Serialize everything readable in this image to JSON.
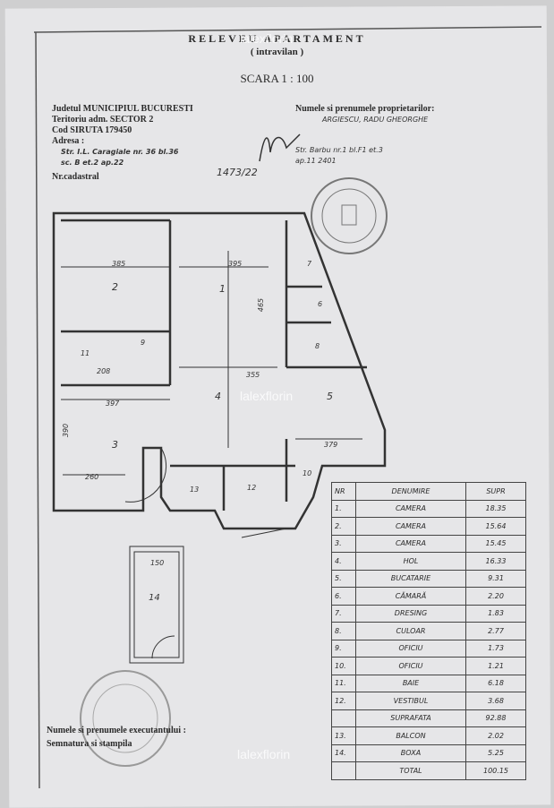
{
  "header": {
    "title": "RELEVEU APARTAMENT",
    "subtitle": "( intravilan )",
    "scale": "SCARA 1 : 100"
  },
  "location": {
    "judet": "Judetul MUNICIPIUL BUCURESTI",
    "teritoriu": "Teritoriu adm. SECTOR 2",
    "siruta": "Cod SIRUTA 179450",
    "adresa_label": "Adresa :",
    "adresa_line1": "Str. I.L. Caragiale nr. 36 bl.36",
    "adresa_line2": "sc. B et.2 ap.22",
    "ref": "1473/22",
    "cadastral_label": "Nr.cadastral"
  },
  "owners": {
    "label": "Numele si prenumele proprietarilor:",
    "names": "ARGIESCU, RADU GHEORGHE",
    "address_line1": "Str. Barbu nr.1 bl.F1 et.3",
    "address_line2": "ap.11 2401"
  },
  "plan": {
    "rooms": [
      "1",
      "2",
      "3",
      "4",
      "5",
      "6",
      "7",
      "8",
      "9",
      "10",
      "11",
      "12",
      "13",
      "14"
    ],
    "dimensions": {
      "d1": "395",
      "d2": "385",
      "d3": "355",
      "d4": "397",
      "d5": "260",
      "d6": "379",
      "d7": "150",
      "d8": "208",
      "d9": "390",
      "d10": "465"
    }
  },
  "legend": {
    "headers": [
      "NR",
      "DENUMIRE",
      "SUPR"
    ],
    "rows": [
      {
        "nr": "1.",
        "name": "CAMERA",
        "area": "18.35"
      },
      {
        "nr": "2.",
        "name": "CAMERA",
        "area": "15.64"
      },
      {
        "nr": "3.",
        "name": "CAMERA",
        "area": "15.45"
      },
      {
        "nr": "4.",
        "name": "HOL",
        "area": "16.33"
      },
      {
        "nr": "5.",
        "name": "BUCATARIE",
        "area": "9.31"
      },
      {
        "nr": "6.",
        "name": "CĂMARĂ",
        "area": "2.20"
      },
      {
        "nr": "7.",
        "name": "DRESING",
        "area": "1.83"
      },
      {
        "nr": "8.",
        "name": "CULOAR",
        "area": "2.77"
      },
      {
        "nr": "9.",
        "name": "OFICIU",
        "area": "1.73"
      },
      {
        "nr": "10.",
        "name": "OFICIU",
        "area": "1.21"
      },
      {
        "nr": "11.",
        "name": "BAIE",
        "area": "6.18"
      },
      {
        "nr": "12.",
        "name": "VESTIBUL",
        "area": "3.68"
      },
      {
        "nr": "",
        "name": "SUPRAFATA",
        "area": "92.88"
      },
      {
        "nr": "13.",
        "name": "BALCON",
        "area": "2.02"
      },
      {
        "nr": "14.",
        "name": "BOXA",
        "area": "5.25"
      },
      {
        "nr": "",
        "name": "TOTAL",
        "area": "100.15"
      }
    ]
  },
  "footer": {
    "executant": "Numele si prenumele executantului :",
    "semnatura": "Semnatura si stampila"
  },
  "watermark": "lalexflorin"
}
